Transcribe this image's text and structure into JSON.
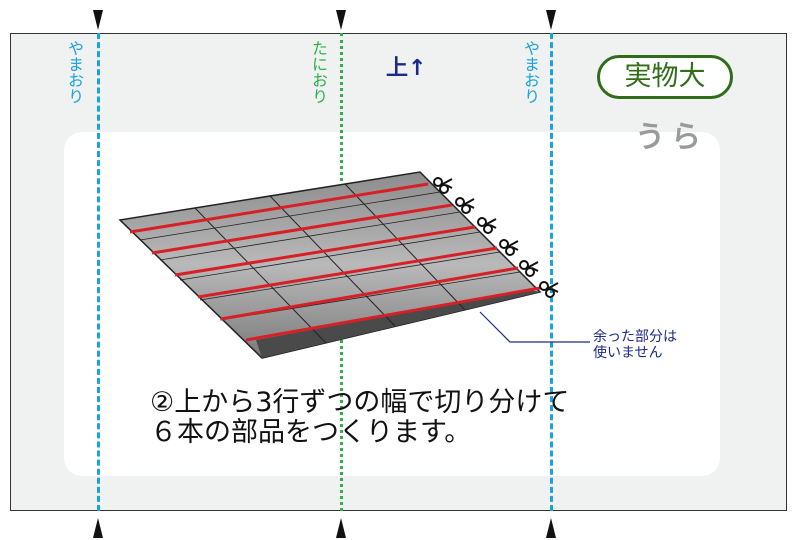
{
  "fold_labels": {
    "left_mountain": "やまおり",
    "center_valley": "たにおり",
    "right_mountain": "やまおり"
  },
  "top_indicator": "上↑",
  "badge_actual_size": "実物大",
  "side_label": "うら",
  "leftover_note": [
    "余った部分は",
    "使いません"
  ],
  "instruction": [
    "②上から3行ずつの幅で切り分けて",
    "６本の部品をつくります。"
  ],
  "colors": {
    "mountain_fold": "#1aa3dc",
    "valley_fold": "#2eb04a",
    "cut_line": "#d81f26",
    "badge": "#2f6d19",
    "note": "#1c2a87"
  },
  "icons": [
    "scissors-icon",
    "up-arrow-icon"
  ]
}
